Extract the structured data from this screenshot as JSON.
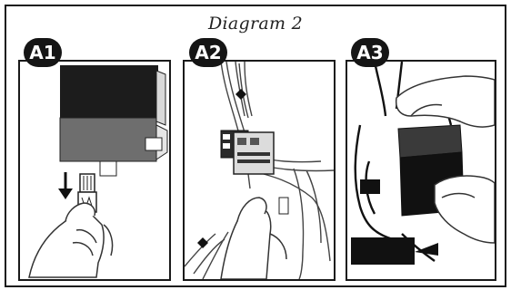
{
  "diagram": {
    "title": "Diagram 2",
    "steps": [
      {
        "label": "A1"
      },
      {
        "label": "A2"
      },
      {
        "label": "A3"
      }
    ]
  },
  "colors": {
    "ink": "#151515",
    "housing_dark": "#1c1c1c",
    "housing_gray": "#6e6e6e",
    "battery_top": "#3a3a3a",
    "battery_body": "#111111",
    "skin_outline": "#333333"
  },
  "icons": [
    "down-arrow-icon",
    "hand-icon",
    "connector-plug-icon",
    "battery-icon",
    "wire-bundle-icon"
  ]
}
